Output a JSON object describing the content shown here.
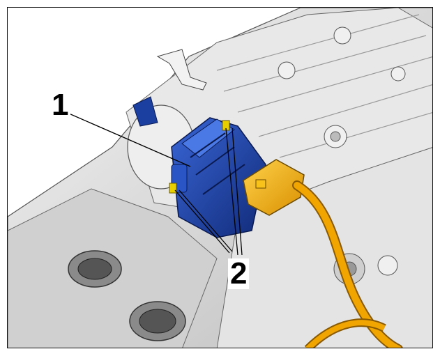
{
  "figure": {
    "callouts": [
      {
        "id": "1",
        "text": "1"
      },
      {
        "id": "2",
        "text": "2"
      }
    ],
    "colors": {
      "component_blue": "#1b3fa0",
      "component_blue_light": "#3a66d6",
      "connector_yellow": "#f2b200",
      "cable_orange": "#f0a500",
      "fastener_yellow": "#e8d000",
      "engine_gray": "#dcdcdc",
      "outline": "#111111"
    }
  }
}
